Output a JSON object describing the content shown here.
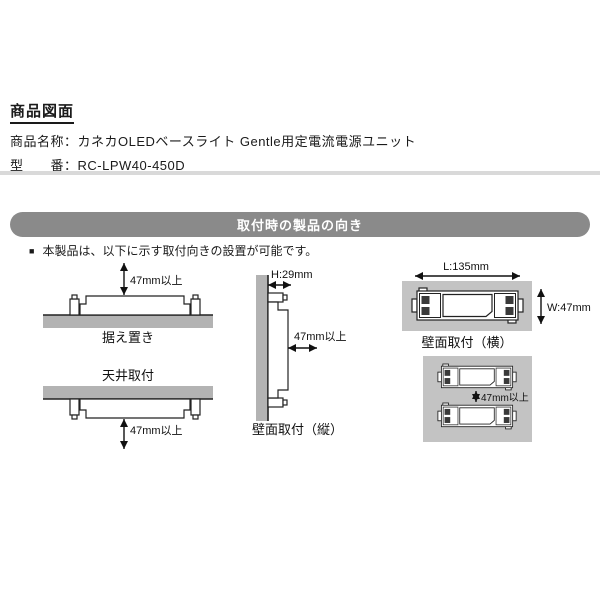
{
  "header": {
    "title": "商品図面",
    "product_name": "商品名称：カネカOLEDベースライト Gentle用定電流電源ユニット",
    "model_number": "型　　番：RC-LPW40-450D"
  },
  "section": {
    "banner_title": "取付時の製品の向き",
    "bullet": "■",
    "note": "本製品は、以下に示す取付向きの設置が可能です。"
  },
  "diagrams": {
    "floor": {
      "label": "据え置き",
      "clearance": "47mm以上"
    },
    "ceiling": {
      "label": "天井取付",
      "clearance": "47mm以上"
    },
    "wall_vertical": {
      "label": "壁面取付（縦）",
      "height_dim": "H:29mm",
      "clearance": "47mm以上"
    },
    "wall_horizontal": {
      "label": "壁面取付（横）",
      "length_dim": "L:135mm",
      "width_dim": "W:47mm"
    },
    "stacked_pair": {
      "clearance": "47mm以上"
    }
  },
  "colors": {
    "banner_bg": "#8A8A8A",
    "banner_text": "#FFFFFF",
    "surface_gray": "#B3B3B3",
    "panel_gray": "#C3C3C3",
    "rule_gray": "#D9D9D9",
    "line_dark": "#222222"
  }
}
